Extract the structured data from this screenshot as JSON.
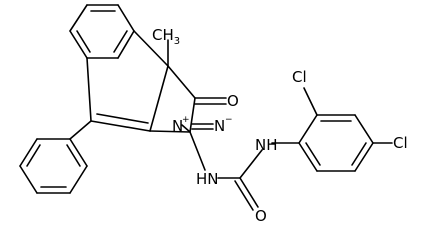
{
  "molecule": {
    "atoms": {
      "methyl": "CH",
      "methyl_sub": "3",
      "carbonyl_oxygen": "O",
      "diazo_nitrogen_pos": "N",
      "diazo_charge_pos": "+",
      "diazo_nitrogen_neg": "N",
      "diazo_charge_neg": "−",
      "urea_nh_upper": "NH",
      "urea_nh_lower": "HN",
      "urea_oxygen": "O",
      "chlorine_ortho": "Cl",
      "chlorine_para": "Cl"
    }
  }
}
